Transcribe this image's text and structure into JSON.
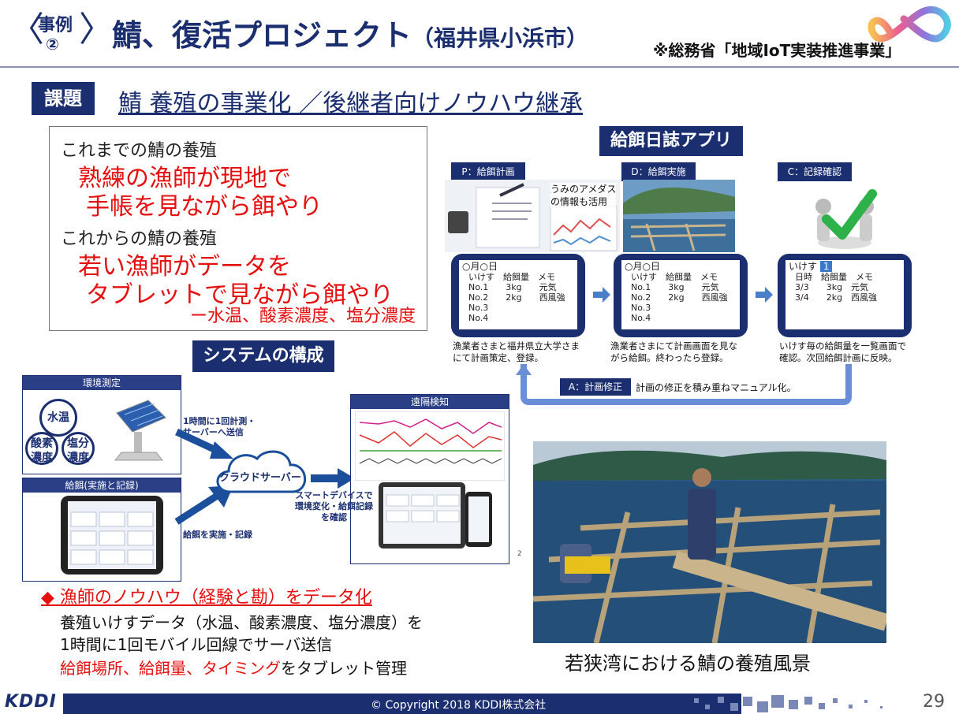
{
  "header": {
    "case_label": "事例",
    "case_number": "②",
    "title": "鯖、復活プロジェクト",
    "title_sub": "（福井県小浜市）",
    "note": "※総務省「地域IoT実装推進事業」"
  },
  "issue": {
    "tag": "課題",
    "text": "鯖 養殖の事業化 ／後継者向けノウハウ継承"
  },
  "comparison": {
    "before_heading": "これまでの鯖の養殖",
    "before_line1": "熟練の漁師が現地で",
    "before_line2": "手帳を見ながら餌やり",
    "after_heading": "これからの鯖の養殖",
    "after_line1": "若い漁師がデータを",
    "after_line2": "タブレットで見ながら餌やり",
    "after_sensors": "ー水温、酸素濃度、塩分濃度"
  },
  "app": {
    "title": "給餌日誌アプリ",
    "photo_note_line1": "うみのアメダス",
    "photo_note_line2": "の情報も活用",
    "steps": [
      {
        "tag": "P：給餌計画",
        "tablet_date": "○月○日",
        "tablet_header": "いけす　給餌量　メモ",
        "tablet_rows": [
          "No.1　　3kg　　元気",
          "No.2　　2kg　　西風強",
          "No.3",
          "No.4"
        ],
        "desc_line1": "漁業者さまと福井県立大学さま",
        "desc_line2": "にて計画策定、登録。"
      },
      {
        "tag": "D：給餌実施",
        "tablet_date": "○月○日",
        "tablet_header": "いけす　給餌量　メモ",
        "tablet_rows": [
          "No.1　　3kg　　元気",
          "No.2　　2kg　　西風強",
          "No.3",
          "No.4"
        ],
        "desc_line1": "漁業者さまにて計画画面を見な",
        "desc_line2": "がら給餌。終わったら登録。"
      },
      {
        "tag": "C：記録確認",
        "tablet_date": "いけす",
        "tablet_badge": "1",
        "tablet_header": "日時　給餌量　メモ",
        "tablet_rows": [
          "3/3　　3kg　元気",
          "3/4　　2kg　西風強"
        ],
        "desc_line1": "いけす毎の給餌量を一覧画面で",
        "desc_line2": "確認。次回給餌計画に反映。"
      }
    ],
    "fix_tag": "A：計画修正",
    "fix_text": "計画の修正を積み重ねマニュアル化。"
  },
  "system": {
    "title": "システムの構成",
    "env_panel": "環境測定",
    "temp": "水温",
    "oxygen_1": "酸素",
    "oxygen_2": "濃度",
    "salt_1": "塩分",
    "salt_2": "濃度",
    "feed_panel": "給餌(実施と記録)",
    "cap_hourly_1": "1時間に1回計測・",
    "cap_hourly_2": "サーバーへ送信",
    "cap_feed": "給餌を実施・記録",
    "cloud": "クラウドサーバー",
    "remote_panel": "遠隔検知",
    "cap_smart_1": "スマートデバイスで",
    "cap_smart_2": "環境変化・給餌記録",
    "cap_smart_3": "を確認",
    "small_num": "2"
  },
  "knowhow": {
    "heading": "◆ 漁師のノウハウ（経験と勘）をデータ化",
    "line1": "養殖いけすデータ（水温、酸素濃度、塩分濃度）を",
    "line2": "1時間に1回モバイル回線でサーバ送信",
    "line3_red1": "給餌場所、給餌量、",
    "line3_red2": "タイミング",
    "line3_rest": "をタブレット管理"
  },
  "photo_caption": "若狭湾における鯖の養殖風景",
  "footer": {
    "logo": "KDDI",
    "copyright": "© Copyright 2018 KDDI株式会社",
    "page": "29"
  },
  "colors": {
    "navy": "#1b2f70",
    "red": "#e60f0f",
    "loop_blue": "#6a8ed8"
  }
}
